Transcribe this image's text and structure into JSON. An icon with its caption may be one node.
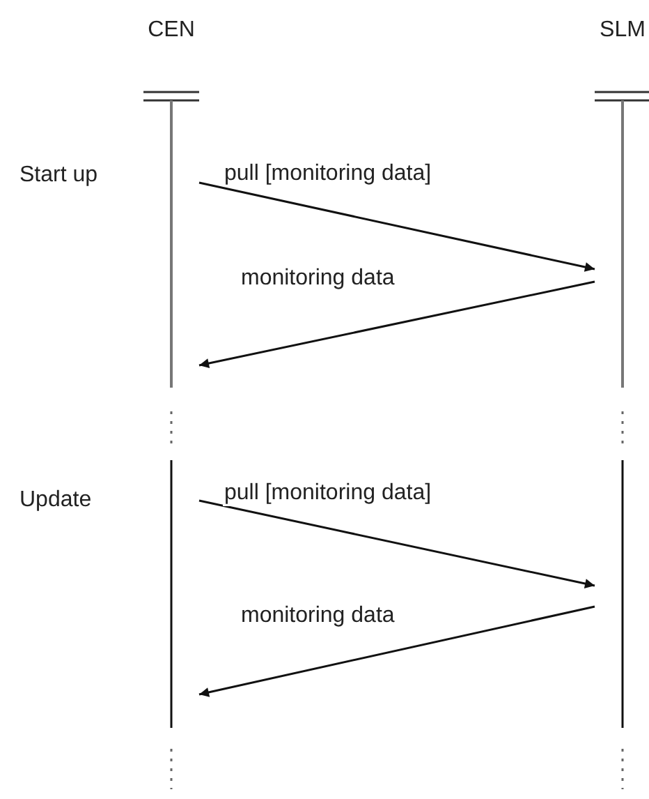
{
  "diagram": {
    "nodes": [
      {
        "text": [
          "CEN"
        ]
      },
      {
        "text": [
          "SLM"
        ]
      }
    ],
    "edges": [
      {
        "from": 0,
        "to": 1,
        "arrow": "to",
        "label": "pull [monitoring data]"
      },
      {
        "from": 1,
        "to": 0,
        "arrow": "to",
        "label": "monitoring data"
      },
      {
        "from": 0,
        "to": 1,
        "arrow": "to",
        "label": "pull [monitoring data]"
      },
      {
        "from": 1,
        "to": 0,
        "arrow": "to",
        "label": "monitoring data"
      }
    ],
    "labels": [
      "Start up",
      "Update"
    ]
  }
}
